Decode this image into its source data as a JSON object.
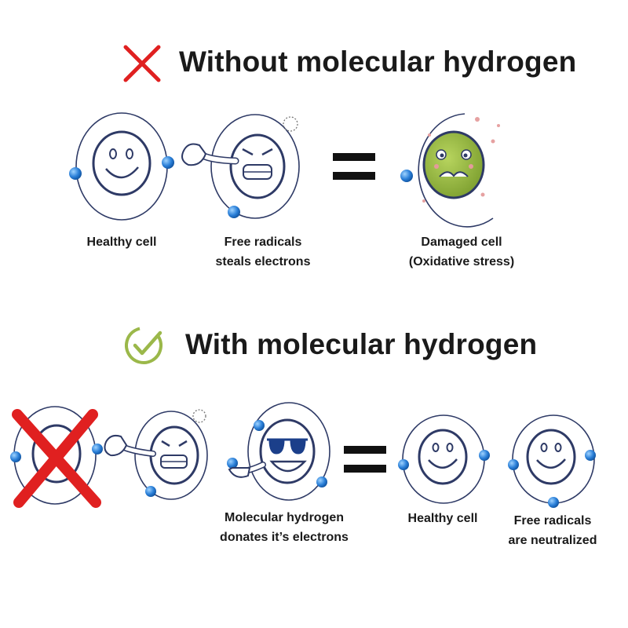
{
  "top_section": {
    "heading": "Without molecular hydrogen",
    "status_icon": "red-x-icon",
    "labels": {
      "healthy_cell": "Healthy cell",
      "free_radicals_line1": "Free radicals",
      "free_radicals_line2": "steals electrons",
      "damaged_line1": "Damaged cell",
      "damaged_line2": "(Oxidative stress)"
    }
  },
  "bottom_section": {
    "heading": "With molecular hydrogen",
    "status_icon": "green-check-icon",
    "labels": {
      "hydrogen_line1": "Molecular hydrogen",
      "hydrogen_line2": "donates it’s electrons",
      "healthy_cell": "Healthy cell",
      "neutralized_line1": "Free radicals",
      "neutralized_line2": "are neutralized"
    }
  },
  "colors": {
    "cross_red": "#e02020",
    "check_green": "#9bb84a",
    "electron_blue": "#2a7fd8",
    "cell_outline": "#2e3a66",
    "damaged_green": "#8fb83a"
  }
}
